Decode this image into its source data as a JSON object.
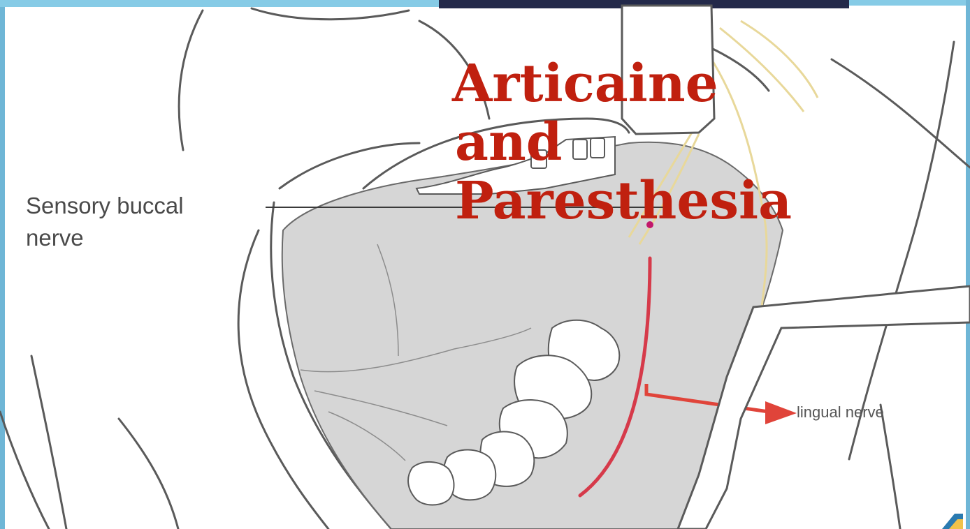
{
  "slide": {
    "title_lines": [
      "Articaine",
      "and",
      "Paresthesia"
    ]
  },
  "labels": {
    "buccal_nerve": [
      "Sensory buccal",
      "nerve"
    ],
    "lingual_nerve": "lingual nerve"
  },
  "colors": {
    "title": "#c0200f",
    "frame": "#6fb6d6",
    "title_bar": "#23294a",
    "lingual_arrow": "#e0443a",
    "nerve_highlight": "#d63a4a"
  }
}
